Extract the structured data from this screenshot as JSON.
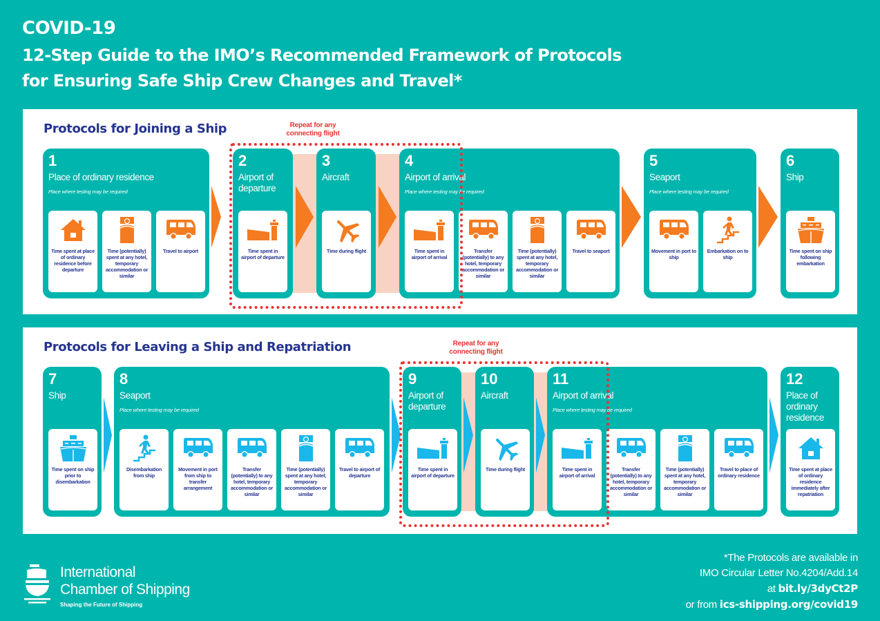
{
  "header": {
    "line1": "COVID-19",
    "line2": "12-Step Guide to the IMO’s Recommended Framework of Protocols",
    "line3": "for Ensuring Safe Ship Crew Changes and Travel*"
  },
  "colors": {
    "teal": "#00b5ad",
    "navy": "#25348f",
    "orange": "#f47b20",
    "blue": "#1ab7ea",
    "red": "#e63331",
    "peach": "#f8d3c3"
  },
  "joining": {
    "title": "Protocols for Joining a Ship",
    "repeat_note": "Repeat for any connecting flight",
    "steps": [
      {
        "num": "1",
        "name": "Place of ordinary residence",
        "sub": "Place where testing may be required",
        "boxes": [
          {
            "icon": "house-icon",
            "caption": "Time spent at place of ordinary residence before departure"
          },
          {
            "icon": "bed-icon",
            "caption": "Time (potentially) spent at any hotel, temporary accommodation or similar"
          },
          {
            "icon": "bus-icon",
            "caption": "Travel to airport"
          }
        ]
      },
      {
        "num": "2",
        "name": "Airport of departure",
        "sub": "",
        "boxes": [
          {
            "icon": "airport-icon",
            "caption": "Time spent in airport of departure"
          }
        ]
      },
      {
        "num": "3",
        "name": "Aircraft",
        "sub": "",
        "boxes": [
          {
            "icon": "airplane-icon",
            "caption": "Time during flight"
          }
        ]
      },
      {
        "num": "4",
        "name": "Airport of arrival",
        "sub": "Place where testing may be required",
        "boxes": [
          {
            "icon": "airport-icon",
            "caption": "Time spent in airport of arrival"
          },
          {
            "icon": "bus-icon",
            "caption": "Transfer (potentially) to any hotel, temporary accommodation or similar"
          },
          {
            "icon": "bed-icon",
            "caption": "Time (potentially) spent at any hotel, temporary accommodation or similar"
          },
          {
            "icon": "bus-icon",
            "caption": "Travel to seaport"
          }
        ]
      },
      {
        "num": "5",
        "name": "Seaport",
        "sub": "Place where testing may be required",
        "boxes": [
          {
            "icon": "bus-icon",
            "caption": "Movement in port to ship"
          },
          {
            "icon": "stairs-person-icon",
            "caption": "Embarkation on to ship"
          }
        ]
      },
      {
        "num": "6",
        "name": "Ship",
        "sub": "",
        "boxes": [
          {
            "icon": "ship-icon",
            "caption": "Time spent on ship following embarkation"
          }
        ]
      }
    ]
  },
  "leaving": {
    "title": "Protocols for Leaving a Ship and Repatriation",
    "repeat_note": "Repeat for any connecting flight",
    "steps": [
      {
        "num": "7",
        "name": "Ship",
        "sub": "",
        "boxes": [
          {
            "icon": "ship-icon",
            "caption": "Time spent on ship prior to disembarkation"
          }
        ]
      },
      {
        "num": "8",
        "name": "Seaport",
        "sub": "Place where testing may be required",
        "boxes": [
          {
            "icon": "stairs-person-icon",
            "caption": "Disembarkation from ship"
          },
          {
            "icon": "bus-icon",
            "caption": "Movement in port from ship to transfer arrangement"
          },
          {
            "icon": "bus-icon",
            "caption": "Transfer (potentially) to any hotel, temporary accommodation or similar"
          },
          {
            "icon": "bed-icon",
            "caption": "Time (potentially) spent at any hotel, temporary accommodation or similar"
          },
          {
            "icon": "bus-icon",
            "caption": "Travel to airport of departure"
          }
        ]
      },
      {
        "num": "9",
        "name": "Airport of departure",
        "sub": "",
        "boxes": [
          {
            "icon": "airport-icon",
            "caption": "Time spent in airport of departure"
          }
        ]
      },
      {
        "num": "10",
        "name": "Aircraft",
        "sub": "",
        "boxes": [
          {
            "icon": "airplane-icon",
            "caption": "Time during flight"
          }
        ]
      },
      {
        "num": "11",
        "name": "Airport of arrival",
        "sub": "Place where testing may be required",
        "boxes": [
          {
            "icon": "airport-icon",
            "caption": "Time spent in airport of arrival"
          },
          {
            "icon": "bus-icon",
            "caption": "Transfer (potentially) to any hotel, temporary accommodation or similar"
          },
          {
            "icon": "bed-icon",
            "caption": "Time (potentially) spent at any hotel, temporary accommodation or similar"
          },
          {
            "icon": "bus-icon",
            "caption": "Travel to place of ordinary residence"
          }
        ]
      },
      {
        "num": "12",
        "name": "Place of ordinary residence",
        "sub": "",
        "boxes": [
          {
            "icon": "house-icon",
            "caption": "Time spent at place of ordinary residence immediately after repatriation"
          }
        ]
      }
    ]
  },
  "footer": {
    "org_line1": "International",
    "org_line2": "Chamber of Shipping",
    "tagline": "Shaping the Future of Shipping",
    "note_line1": "*The Protocols are available in",
    "note_line2": "IMO Circular Letter No.4204/Add.14",
    "note_line3_prefix": "at ",
    "note_line3_link": "bit.ly/3dyCt2P",
    "note_line4_prefix": "or from ",
    "note_line4_link": "ics-shipping.org/covid19"
  }
}
